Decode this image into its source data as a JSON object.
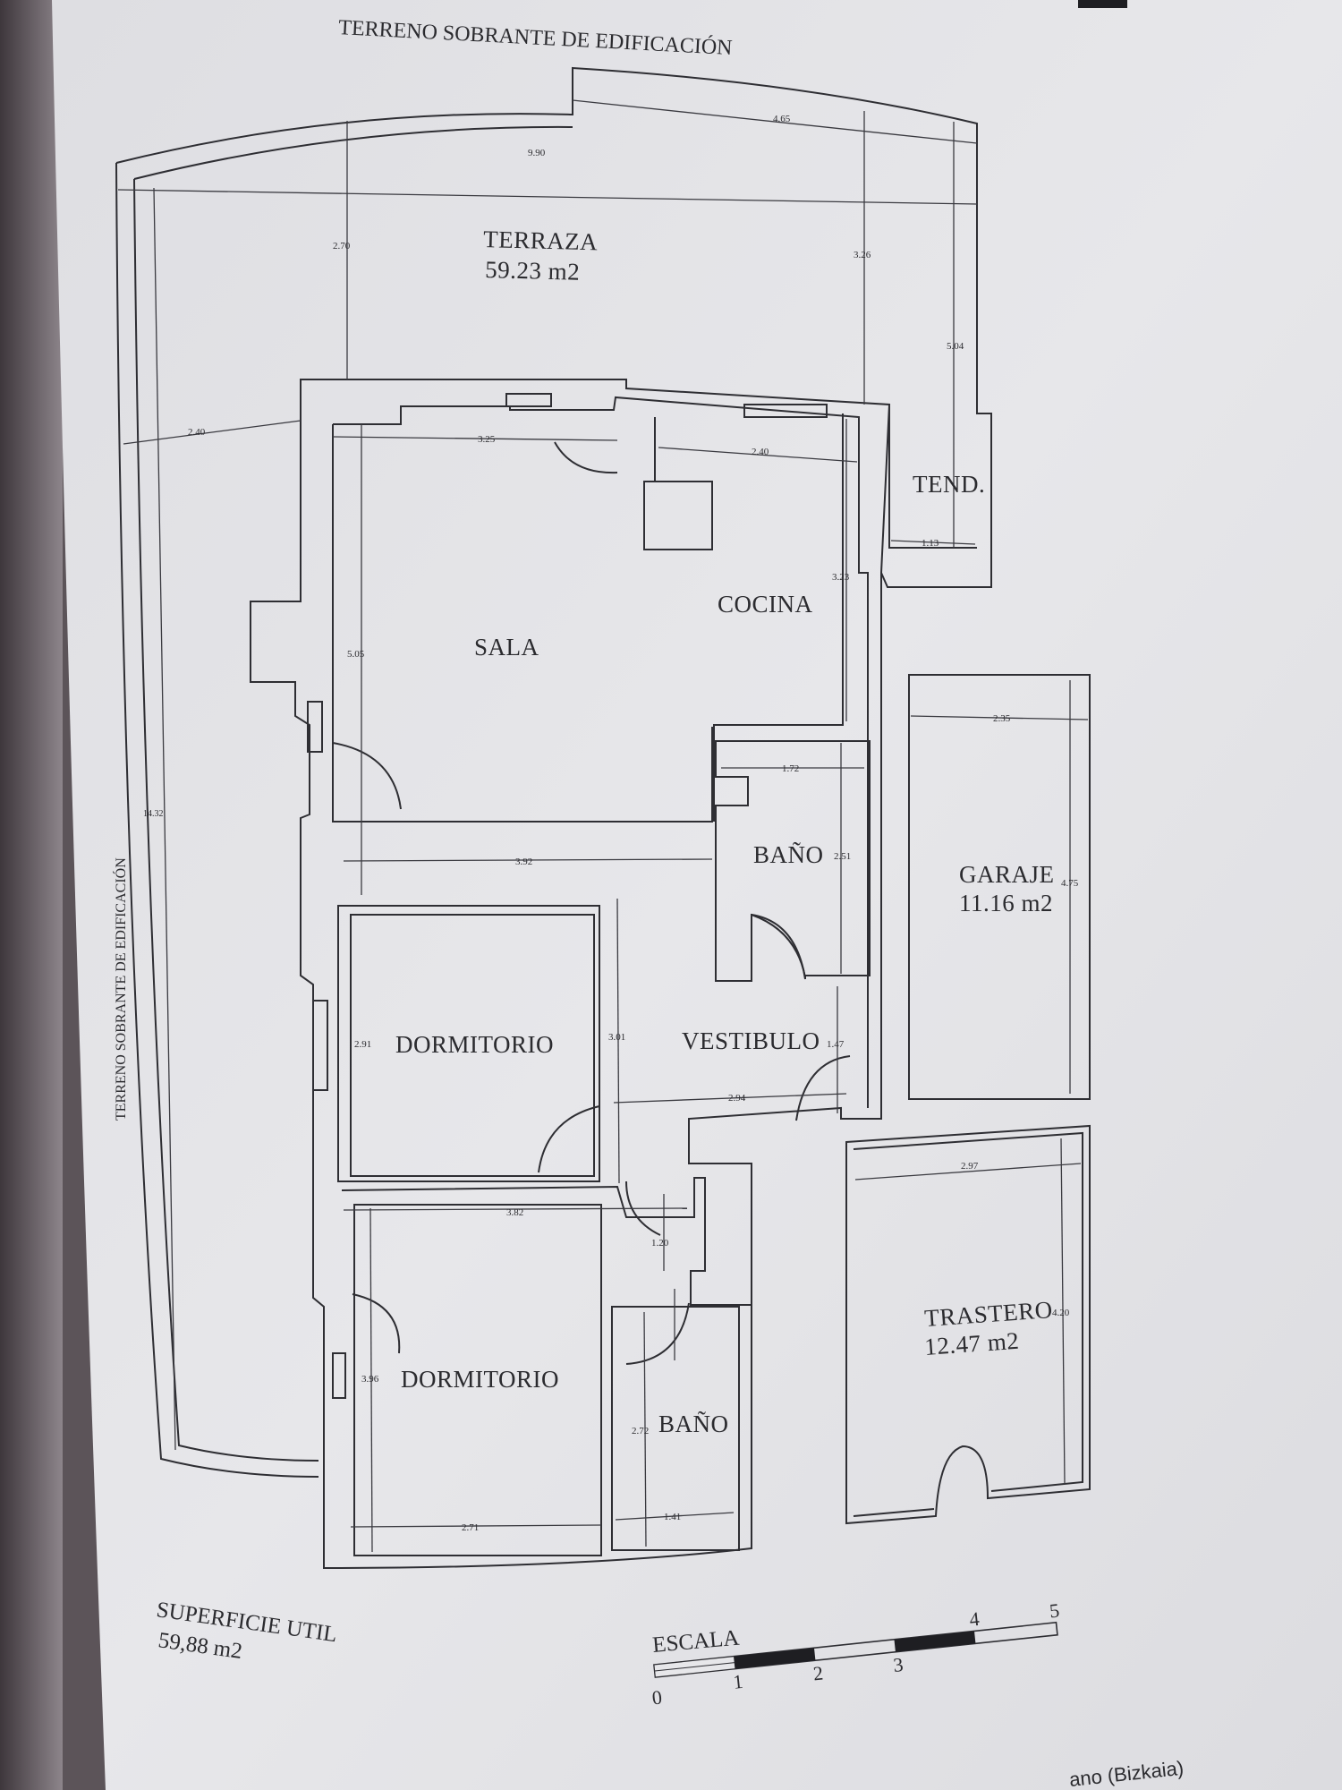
{
  "plan": {
    "top_label": "TERRENO SOBRANTE DE EDIFICACIÓN",
    "side_label": "TERRENO SOBRANTE DE EDIFICACIÓN",
    "rooms": {
      "terraza": {
        "name": "TERRAZA",
        "area": "59.23 m2"
      },
      "sala": {
        "name": "SALA"
      },
      "cocina": {
        "name": "COCINA"
      },
      "tend": {
        "name": "TEND."
      },
      "bano1": {
        "name": "BAÑO"
      },
      "vestibulo": {
        "name": "VESTIBULO"
      },
      "dormitorio1": {
        "name": "DORMITORIO"
      },
      "dormitorio2": {
        "name": "DORMITORIO"
      },
      "bano2": {
        "name": "BAÑO"
      },
      "garaje": {
        "name": "GARAJE",
        "area": "11.16 m2"
      },
      "trastero": {
        "name": "TRASTERO",
        "area": "12.47 m2"
      }
    },
    "dimensions": {
      "top_4_65": "4.65",
      "top_9_90": "9.90",
      "terraza_2_70": "2.70",
      "terraza_3_26": "3.26",
      "terraza_5_04": "5.04",
      "left_2_40": "2.40",
      "sala_3_25": "3.25",
      "cocina_2_40": "2.40",
      "tend_1_13": "1.13",
      "cocina_3_23": "3.23",
      "sala_5_05": "5.05",
      "left_14_32": "14.32",
      "bano_1_72": "1.72",
      "bano_2_51": "2.51",
      "sala_3_92": "3.92",
      "dorm_2_91": "2.91",
      "vest_3_01": "3.01",
      "vest_1_47": "1.47",
      "vest_2_94": "2.94",
      "dorm2_3_82": "3.82",
      "pasillo_1_20": "1.20",
      "dorm2_3_96": "3.96",
      "bano2_2_72": "2.72",
      "dorm2_2_71": "2.71",
      "bano2_1_41": "1.41",
      "garaje_2_35": "2.35",
      "garaje_4_75": "4.75",
      "trastero_2_97": "2.97",
      "trastero_4_20": "4.20"
    },
    "surface": {
      "label": "SUPERFICIE UTIL",
      "value": "59,88  m2"
    },
    "scale": {
      "label": "ESCALA",
      "ticks": [
        "0",
        "1",
        "2",
        "3",
        "4",
        "5"
      ]
    },
    "footer_fragment": "ano (Bizkaia)"
  }
}
